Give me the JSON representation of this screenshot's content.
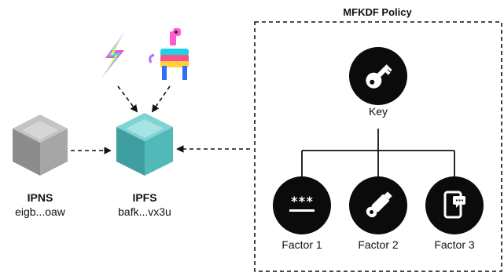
{
  "policy": {
    "title": "MFKDF Policy",
    "key_label": "Key",
    "factors": [
      {
        "label": "Factor 1",
        "icon": "password-icon"
      },
      {
        "label": "Factor 2",
        "icon": "usb-token-icon"
      },
      {
        "label": "Factor 3",
        "icon": "phone-message-icon"
      }
    ]
  },
  "ipns": {
    "title": "IPNS",
    "id": "eigb...oaw"
  },
  "ipfs": {
    "title": "IPFS",
    "id": "bafk...vx3u"
  },
  "colors": {
    "ipns_cube": "#9a9a9a",
    "ipfs_cube": "#4fb5b5",
    "dark": "#0b0b0b",
    "dashed": "#111111"
  }
}
